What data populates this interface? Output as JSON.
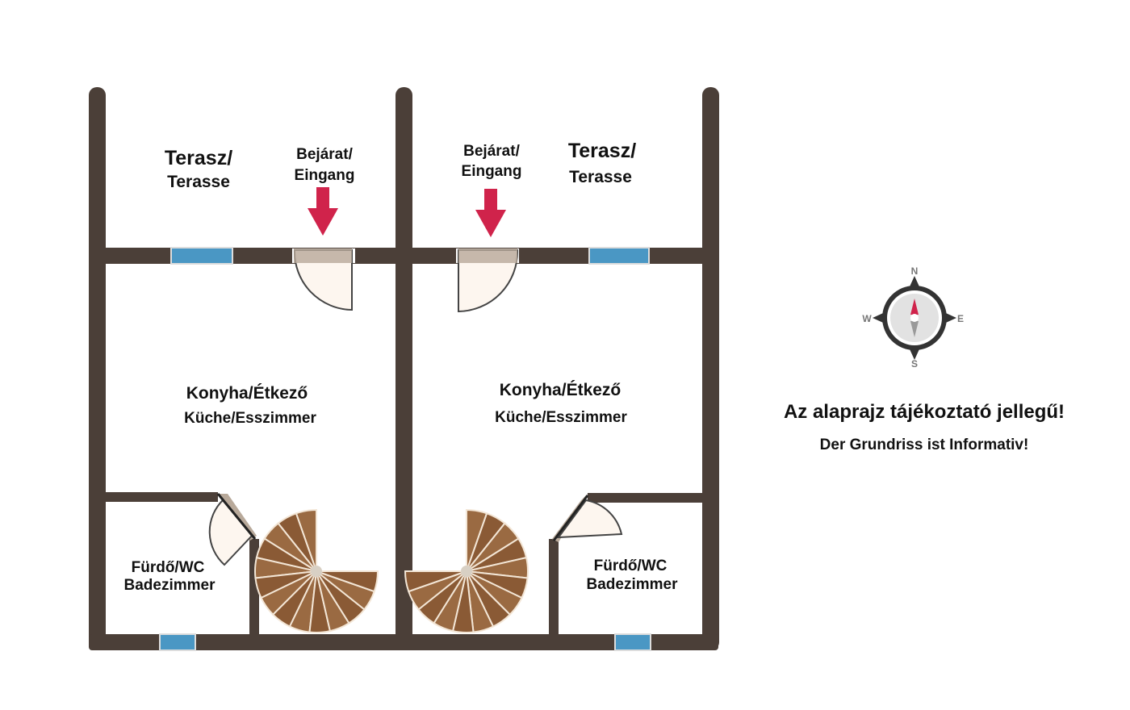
{
  "plan": {
    "left_unit": {
      "terrace": [
        "Terasz/",
        "Terasse"
      ],
      "entrance": [
        "Bejárat/",
        "Eingang"
      ],
      "kitchen": [
        "Konyha/Étkező",
        "Küche/Esszimmer"
      ],
      "bathroom": [
        "Fürdő/WC",
        "Badezimmer"
      ]
    },
    "right_unit": {
      "terrace": [
        "Terasz/",
        "Terasse"
      ],
      "entrance": [
        "Bejárat/",
        "Eingang"
      ],
      "kitchen": [
        "Konyha/Étkező",
        "Küche/Esszimmer"
      ],
      "bathroom": [
        "Fürdő/WC",
        "Badezimmer"
      ]
    }
  },
  "compass": {
    "n": "N",
    "s": "S",
    "e": "E",
    "w": "W"
  },
  "notes": {
    "hu": "Az alaprajz tájékoztató jellegű!",
    "de": "Der Grundriss ist Informativ!"
  },
  "colors": {
    "wall": "#4b3f38",
    "window": "#4a97c4",
    "arrow": "#d0234b",
    "stair": "#8a5a35"
  }
}
